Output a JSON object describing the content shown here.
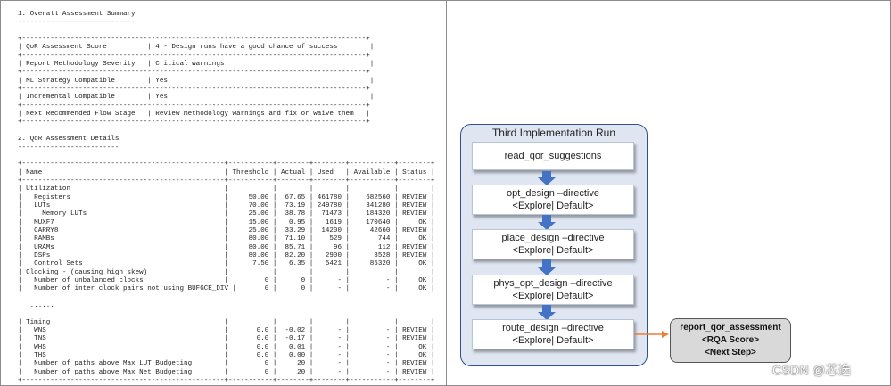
{
  "summary": {
    "lines": [
      "1. Overall Assessment Summary",
      "-----------------------------",
      "",
      "+-------------------------------------------------------------------------------------+",
      "| QoR Assessment Score          | 4 - Design runs have a good chance of success        |",
      "+-------------------------------------------------------------------------------------+",
      "| Report Methodology Severity   | Critical warnings                                    |",
      "+-------------------------------------------------------------------------------------+",
      "| ML Strategy Compatible        | Yes                                                  |",
      "+-------------------------------------------------------------------------------------+",
      "| Incremental Compatible        | Yes                                                  |",
      "+-------------------------------------------------------------------------------------+",
      "| Next Recommended Flow Stage   | Review methodology warnings and fix or waive them   |",
      "+-------------------------------------------------------------------------------------+",
      "",
      "2. QoR Assessment Details",
      "-------------------------",
      "",
      "+--------------------------------------------------+-----------+--------+--------+-----------+--------+",
      "| Name                                             | Threshold | Actual | Used   | Available | Status |",
      "+--------------------------------------------------+-----------+--------+--------+-----------+--------+",
      "| Utilization                                      |           |        |        |           |        |",
      "|   Registers                                      |     50.00 |  67.65 | 461780 |    682560 | REVIEW |",
      "|   LUTs                                           |     70.00 |  73.19 | 249780 |    341280 | REVIEW |",
      "|     Memory LUTs                                  |     25.00 |  38.78 |  71473 |    184320 | REVIEW |",
      "|   MUXF7                                          |     15.00 |   0.95 |   1619 |    170640 |     OK |",
      "|   CARRY8                                         |     25.00 |  33.29 |  14200 |     42660 | REVIEW |",
      "|   RAMBs                                          |     80.00 |  71.10 |    529 |       744 |     OK |",
      "|   URAMs                                          |     80.00 |  85.71 |     96 |       112 | REVIEW |",
      "|   DSPs                                           |     80.00 |  82.20 |   2900 |      3528 | REVIEW |",
      "|   Control Sets                                   |      7.50 |   6.35 |   5421 |     85320 |     OK |",
      "| Clocking - (causing high skew)                   |           |        |        |           |        |",
      "|   Number of unbalanced clocks                    |         0 |      0 |      - |         - |     OK |",
      "|   Number of inter clock pairs not using BUFGCE_DIV |       0 |      0 |      - |         - |     OK |",
      "",
      "   ......",
      "",
      "| Timing                                           |           |        |        |           |        |",
      "|   WNS                                            |       0.0 |  -0.02 |      - |         - | REVIEW |",
      "|   TNS                                            |       0.0 |  -0.17 |      - |         - | REVIEW |",
      "|   WHS                                            |       0.0 |   0.01 |      - |         - |     OK |",
      "|   THS                                            |       0.0 |   0.00 |      - |         - |     OK |",
      "|   Number of paths above Max LUT Budgeting        |         0 |     20 |      - |         - | REVIEW |",
      "|   Number of paths above Max Net Budgeting        |         0 |     20 |      - |         - | REVIEW |",
      "+--------------------------------------------------+-----------+--------+--------+-----------+--------+"
    ]
  },
  "diagram": {
    "title": "Third Implementation Run",
    "steps": [
      {
        "line1": "read_qor_suggestions",
        "line2": ""
      },
      {
        "line1": "opt_design –directive",
        "line2": "<Explore| Default>"
      },
      {
        "line1": "place_design –directive",
        "line2": "<Explore| Default>"
      },
      {
        "line1": "phys_opt_design –directive",
        "line2": "<Explore| Default>"
      },
      {
        "line1": "route_design –directive",
        "line2": "<Explore| Default>"
      }
    ],
    "report": {
      "line1": "report_qor_assessment",
      "line2": "<RQA Score>",
      "line3": "<Next Step>"
    },
    "colors": {
      "flow_arrow": "#4472c4",
      "report_arrow": "#ed7d31",
      "run_box_fill": "#dfe6f2",
      "run_box_border": "#2f528f"
    }
  },
  "watermark": "CSDN @芯选"
}
